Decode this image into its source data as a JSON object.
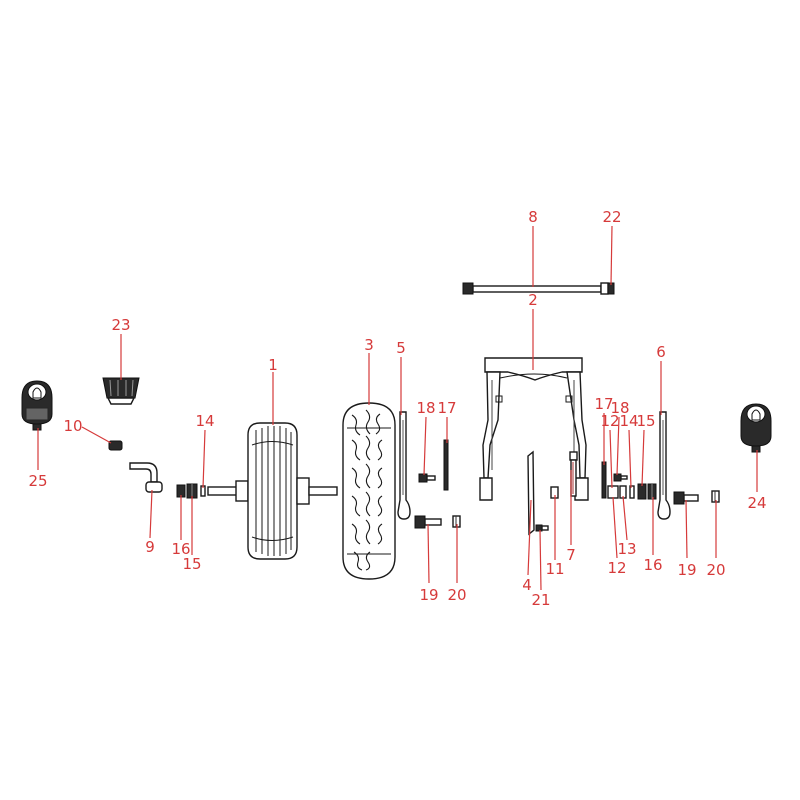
{
  "accent_color": "#d63a3a",
  "callouts": [
    {
      "id": "c1",
      "text": "1"
    },
    {
      "id": "c2",
      "text": "2"
    },
    {
      "id": "c3",
      "text": "3"
    },
    {
      "id": "c4",
      "text": "4"
    },
    {
      "id": "c5",
      "text": "5"
    },
    {
      "id": "c6",
      "text": "6"
    },
    {
      "id": "c7",
      "text": "7"
    },
    {
      "id": "c8",
      "text": "8"
    },
    {
      "id": "c9",
      "text": "9"
    },
    {
      "id": "c10",
      "text": "10"
    },
    {
      "id": "c11",
      "text": "11"
    },
    {
      "id": "c12a",
      "text": "12"
    },
    {
      "id": "c12b",
      "text": "12"
    },
    {
      "id": "c13",
      "text": "13"
    },
    {
      "id": "c14a",
      "text": "14"
    },
    {
      "id": "c14b",
      "text": "14"
    },
    {
      "id": "c15a",
      "text": "15"
    },
    {
      "id": "c15b",
      "text": "15"
    },
    {
      "id": "c16a",
      "text": "16"
    },
    {
      "id": "c16b",
      "text": "16"
    },
    {
      "id": "c17a",
      "text": "17"
    },
    {
      "id": "c17b",
      "text": "17"
    },
    {
      "id": "c18a",
      "text": "18"
    },
    {
      "id": "c18b",
      "text": "18"
    },
    {
      "id": "c19a",
      "text": "19"
    },
    {
      "id": "c19b",
      "text": "19"
    },
    {
      "id": "c20a",
      "text": "20"
    },
    {
      "id": "c20b",
      "text": "20"
    },
    {
      "id": "c21",
      "text": "21"
    },
    {
      "id": "c22",
      "text": "22"
    },
    {
      "id": "c23",
      "text": "23"
    },
    {
      "id": "c24",
      "text": "24"
    },
    {
      "id": "c25",
      "text": "25"
    }
  ]
}
